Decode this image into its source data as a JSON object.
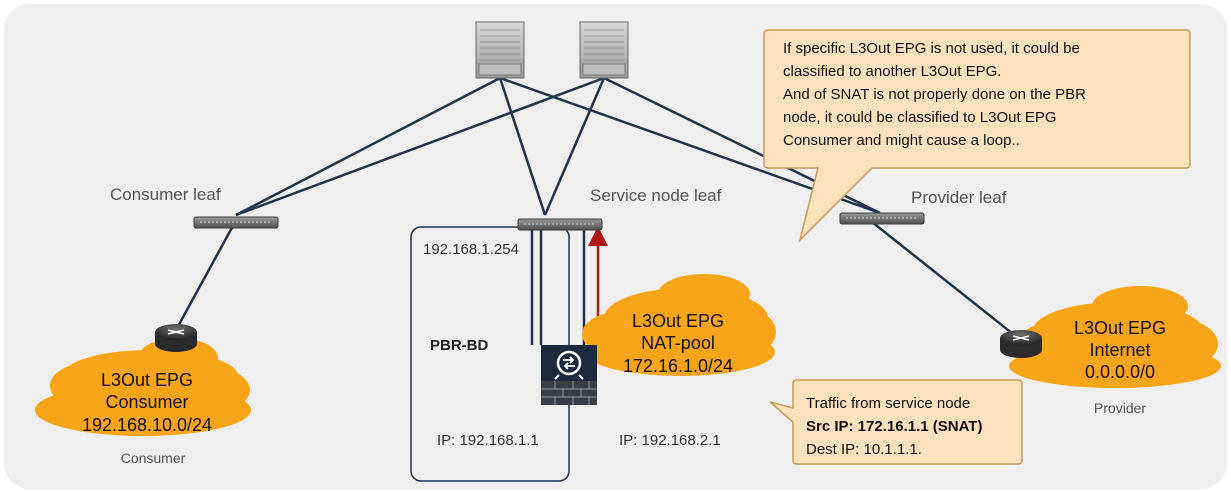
{
  "leaves": {
    "consumer": "Consumer leaf",
    "service": "Service node leaf",
    "provider": "Provider leaf"
  },
  "bd": {
    "gateway_ip": "192.168.1.254",
    "name": "PBR-BD",
    "node_ip": "IP: 192.168.1.1"
  },
  "service_node": {
    "outside_ip": "IP: 192.168.2.1"
  },
  "clouds": {
    "consumer": {
      "line1": "L3Out EPG",
      "line2": "Consumer",
      "line3": "192.168.10.0/24",
      "caption": "Consumer"
    },
    "nat": {
      "line1": "L3Out EPG",
      "line2": "NAT-pool",
      "line3": "172.16.1.0/24"
    },
    "internet": {
      "line1": "L3Out EPG",
      "line2": "Internet",
      "line3": "0.0.0.0/0",
      "caption": "Provider"
    }
  },
  "callouts": {
    "top": {
      "lines": [
        "If specific L3Out EPG is not used, it could be",
        "classified to another L3Out EPG.",
        "And of SNAT is not properly done on the PBR",
        "node, it could be classified to L3Out EPG",
        "Consumer and might cause a loop.."
      ]
    },
    "bottom": {
      "line1": "Traffic from service node",
      "line2": "Src IP: 172.16.1.1 (SNAT)",
      "line3": "Dest IP: 10.1.1.1."
    }
  },
  "colors": {
    "background_panel": "#efefef",
    "link": "#1f3450",
    "cloud": "#f9a51a",
    "callout_fill": "#fbe2bd",
    "callout_border": "#c89a5a",
    "return_arrow": "#b01818",
    "text": "#111111",
    "caption_text": "#555555"
  }
}
